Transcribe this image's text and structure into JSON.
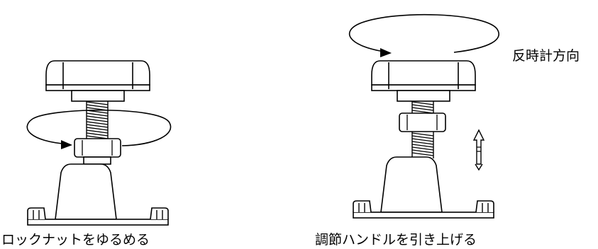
{
  "figures": [
    {
      "caption": "ロックナットをゆるめる"
    },
    {
      "caption": "調節ハンドルを引き上げる",
      "rotation_label": "反時計方向"
    }
  ],
  "colors": {
    "line": "#000000",
    "background": "#ffffff"
  },
  "icons": [
    "leveling-foot",
    "rotation-arrow",
    "up-arrow"
  ]
}
